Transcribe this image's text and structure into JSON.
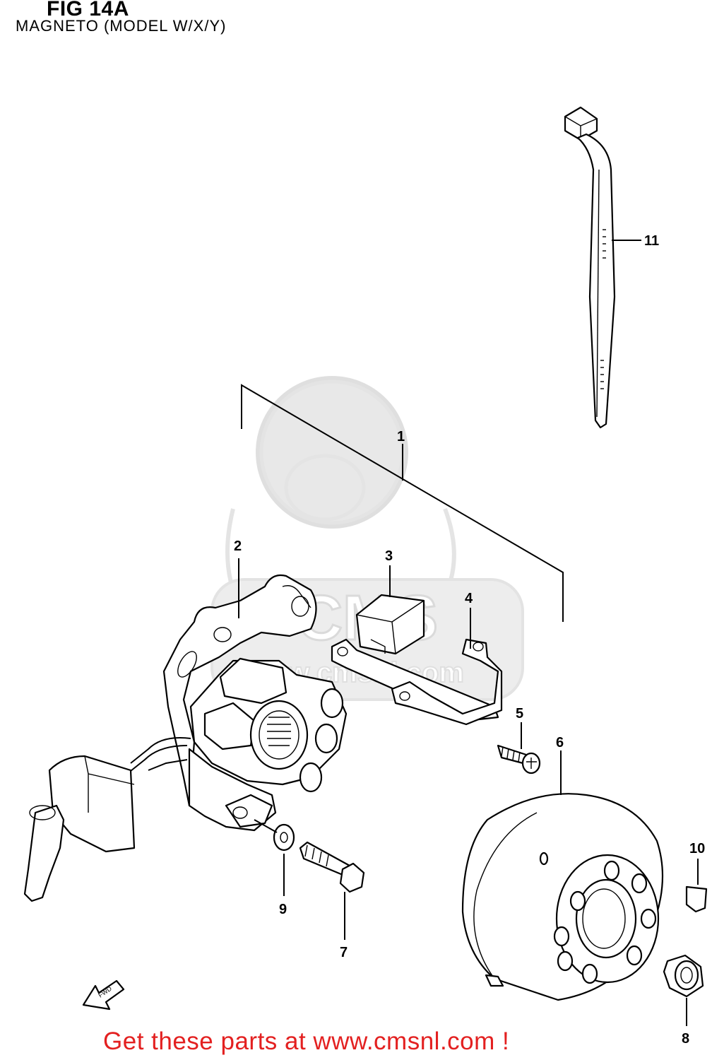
{
  "figure": {
    "title": "FIG 14A",
    "subtitle": "MAGNETO (MODEL W/X/Y)"
  },
  "watermark": {
    "text": "CMS",
    "url_text": "www.cmsnl.com"
  },
  "callouts": [
    "1",
    "2",
    "3",
    "4",
    "5",
    "6",
    "7",
    "8",
    "9",
    "10",
    "11"
  ],
  "fwd_arrow_label": "FWD",
  "footer": {
    "text": "Get these parts at www.cmsnl.com !",
    "color": "#e32020"
  }
}
